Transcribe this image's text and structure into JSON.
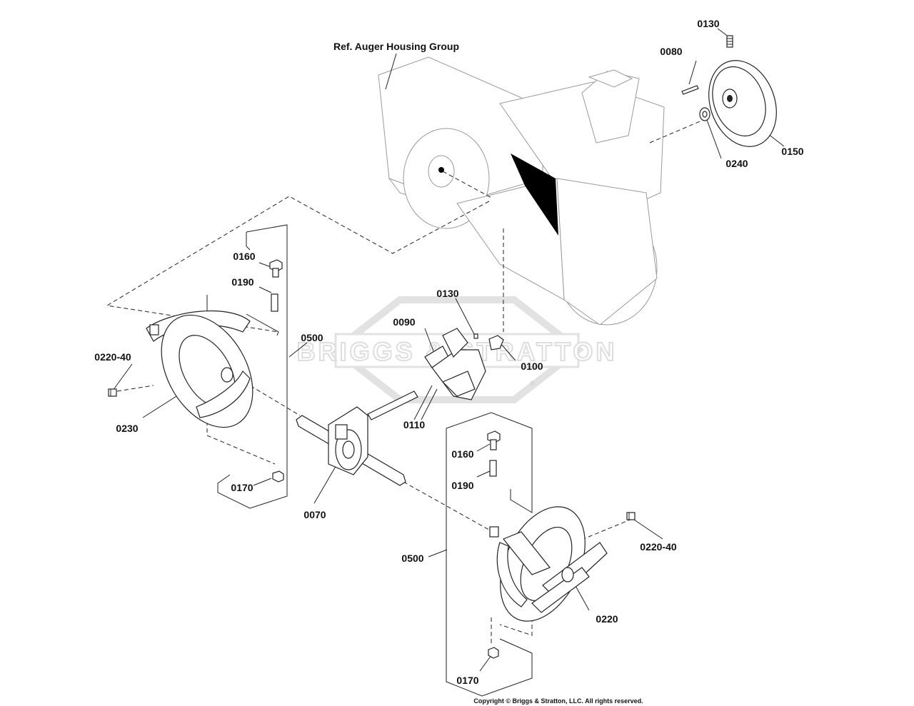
{
  "title": "Ref. Auger Housing Group",
  "watermark": "BRIGGS & STRATTON",
  "watermark_mark": "®",
  "copyright": "Copyright © Briggs & Stratton, LLC. All rights reserved.",
  "labels": {
    "p0130_top": "0130",
    "p0080": "0080",
    "p0150": "0150",
    "p0240": "0240",
    "p0160_left": "0160",
    "p0190_left": "0190",
    "p0500_left": "0500",
    "p0220_40_left": "0220-40",
    "p0230": "0230",
    "p0170_left": "0170",
    "p0130_mid": "0130",
    "p0090": "0090",
    "p0100": "0100",
    "p0110": "0110",
    "p0070": "0070",
    "p0160_right": "0160",
    "p0190_right": "0190",
    "p0500_right": "0500",
    "p0220_40_right": "0220-40",
    "p0220": "0220",
    "p0170_right": "0170"
  }
}
